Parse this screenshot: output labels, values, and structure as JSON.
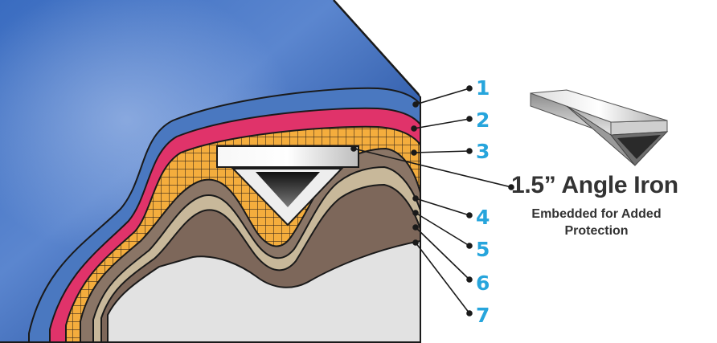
{
  "callouts": [
    {
      "number": "1"
    },
    {
      "number": "2"
    },
    {
      "number": "3"
    },
    {
      "number": "4"
    },
    {
      "number": "5"
    },
    {
      "number": "6"
    },
    {
      "number": "7"
    }
  ],
  "angle_iron": {
    "title": "1.5” Angle Iron",
    "subtitle_line1": "Embedded for Added",
    "subtitle_line2": "Protection"
  },
  "colors": {
    "callout_number": "#27a5dc",
    "sky_blue": "#2f5fae",
    "blue_layer": "#4a78c0",
    "red_layer": "#e0336a",
    "mesh_layer": "#f3a93a",
    "brown_layer": "#8a7566",
    "tan_layer": "#c8b89a",
    "base": "#e2e2e2",
    "text": "#333333"
  },
  "icons": [
    "angle-iron-icon",
    "callout-dot-icon"
  ]
}
